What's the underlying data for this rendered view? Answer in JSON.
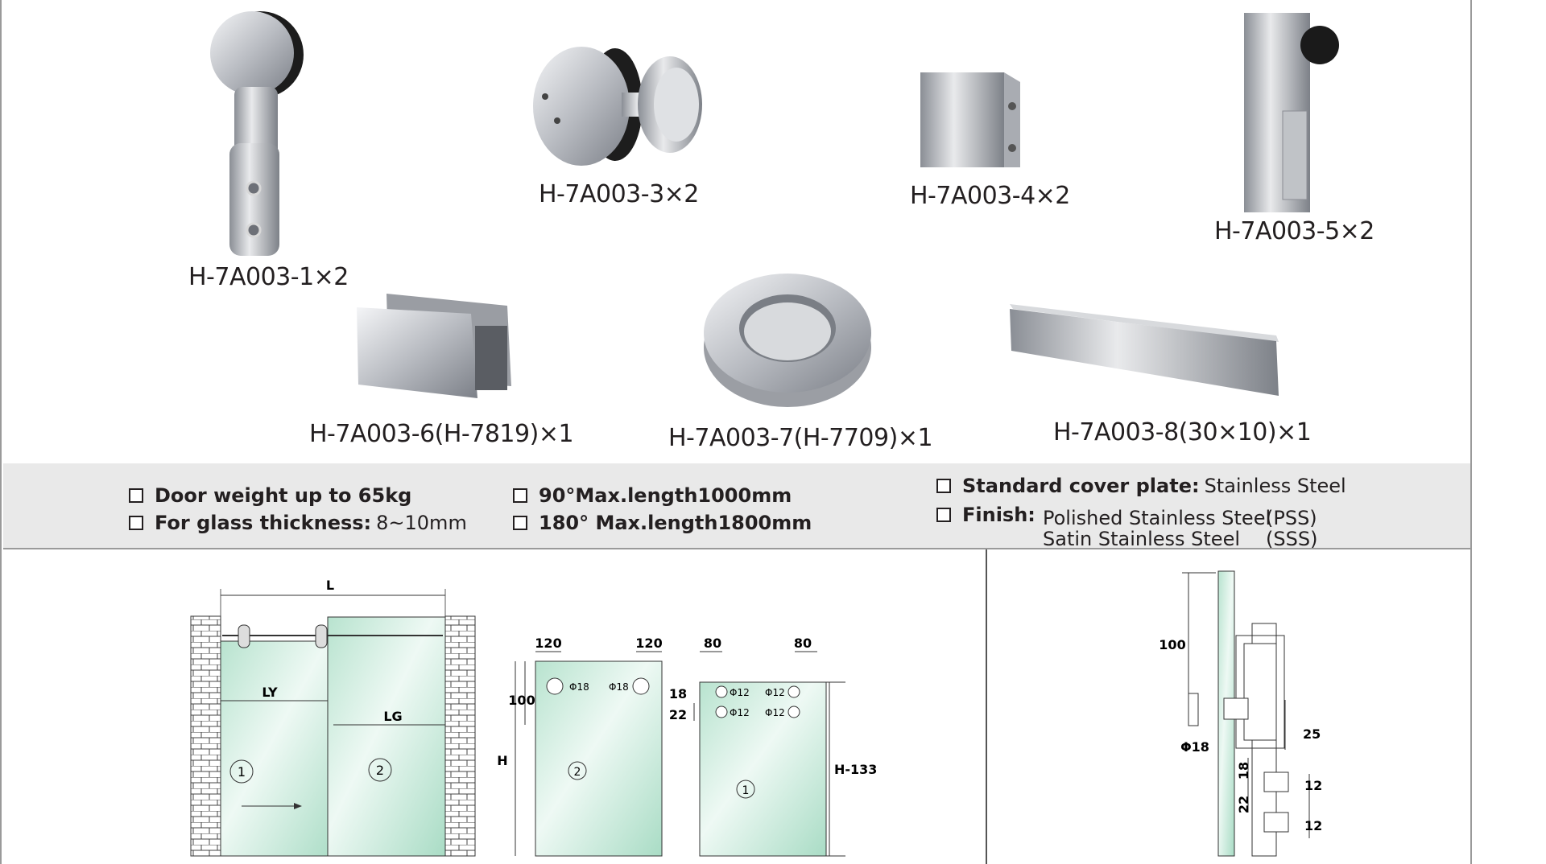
{
  "parts": [
    {
      "code": "H-7A003-1",
      "qty": "×2"
    },
    {
      "code": "H-7A003-3",
      "qty": "×2"
    },
    {
      "code": "H-7A003-4",
      "qty": "×2"
    },
    {
      "code": "H-7A003-5",
      "qty": "×2"
    },
    {
      "code": "H-7A003-6(H-7819)",
      "qty": "×1"
    },
    {
      "code": "H-7A003-7(H-7709)",
      "qty": "×1"
    },
    {
      "code": "H-7A003-8(30×10)",
      "qty": "×1"
    }
  ],
  "specs": {
    "door_weight": "Door weight up to 65kg",
    "glass_label": "For glass thickness:",
    "glass_value": "8~10mm",
    "length_90": "90°Max.length1000mm",
    "length_180": "180° Max.length1800mm",
    "cover_label": "Standard cover plate:",
    "cover_value": "Stainless Steel",
    "finish_label": "Finish:",
    "finish_options": [
      {
        "name": "Polished Stainless Steel",
        "code": "(PSS)"
      },
      {
        "name": "Satin Stainless Steel",
        "code": "(SSS)"
      }
    ]
  },
  "drawings": {
    "layout": {
      "L": "L",
      "LY": "LY",
      "LG": "LG",
      "panel1": "1",
      "panel2": "2"
    },
    "panel2": {
      "left_offset": "120",
      "right_offset": "120",
      "top": "100",
      "height": "H",
      "hole_left": "Φ18",
      "hole_right": "Φ18",
      "panel": "2"
    },
    "panel1": {
      "left_offset": "80",
      "right_offset": "80",
      "d1": "18",
      "d2": "22",
      "hole_a": "Φ12",
      "hole_b": "Φ12",
      "hole_c": "Φ12",
      "hole_d": "Φ12",
      "height": "H-133",
      "panel": "1"
    },
    "section": {
      "height": "100",
      "dia": "Φ18",
      "d25": "25",
      "d18": "18",
      "d22": "22",
      "d12a": "12",
      "d12b": "12"
    }
  }
}
